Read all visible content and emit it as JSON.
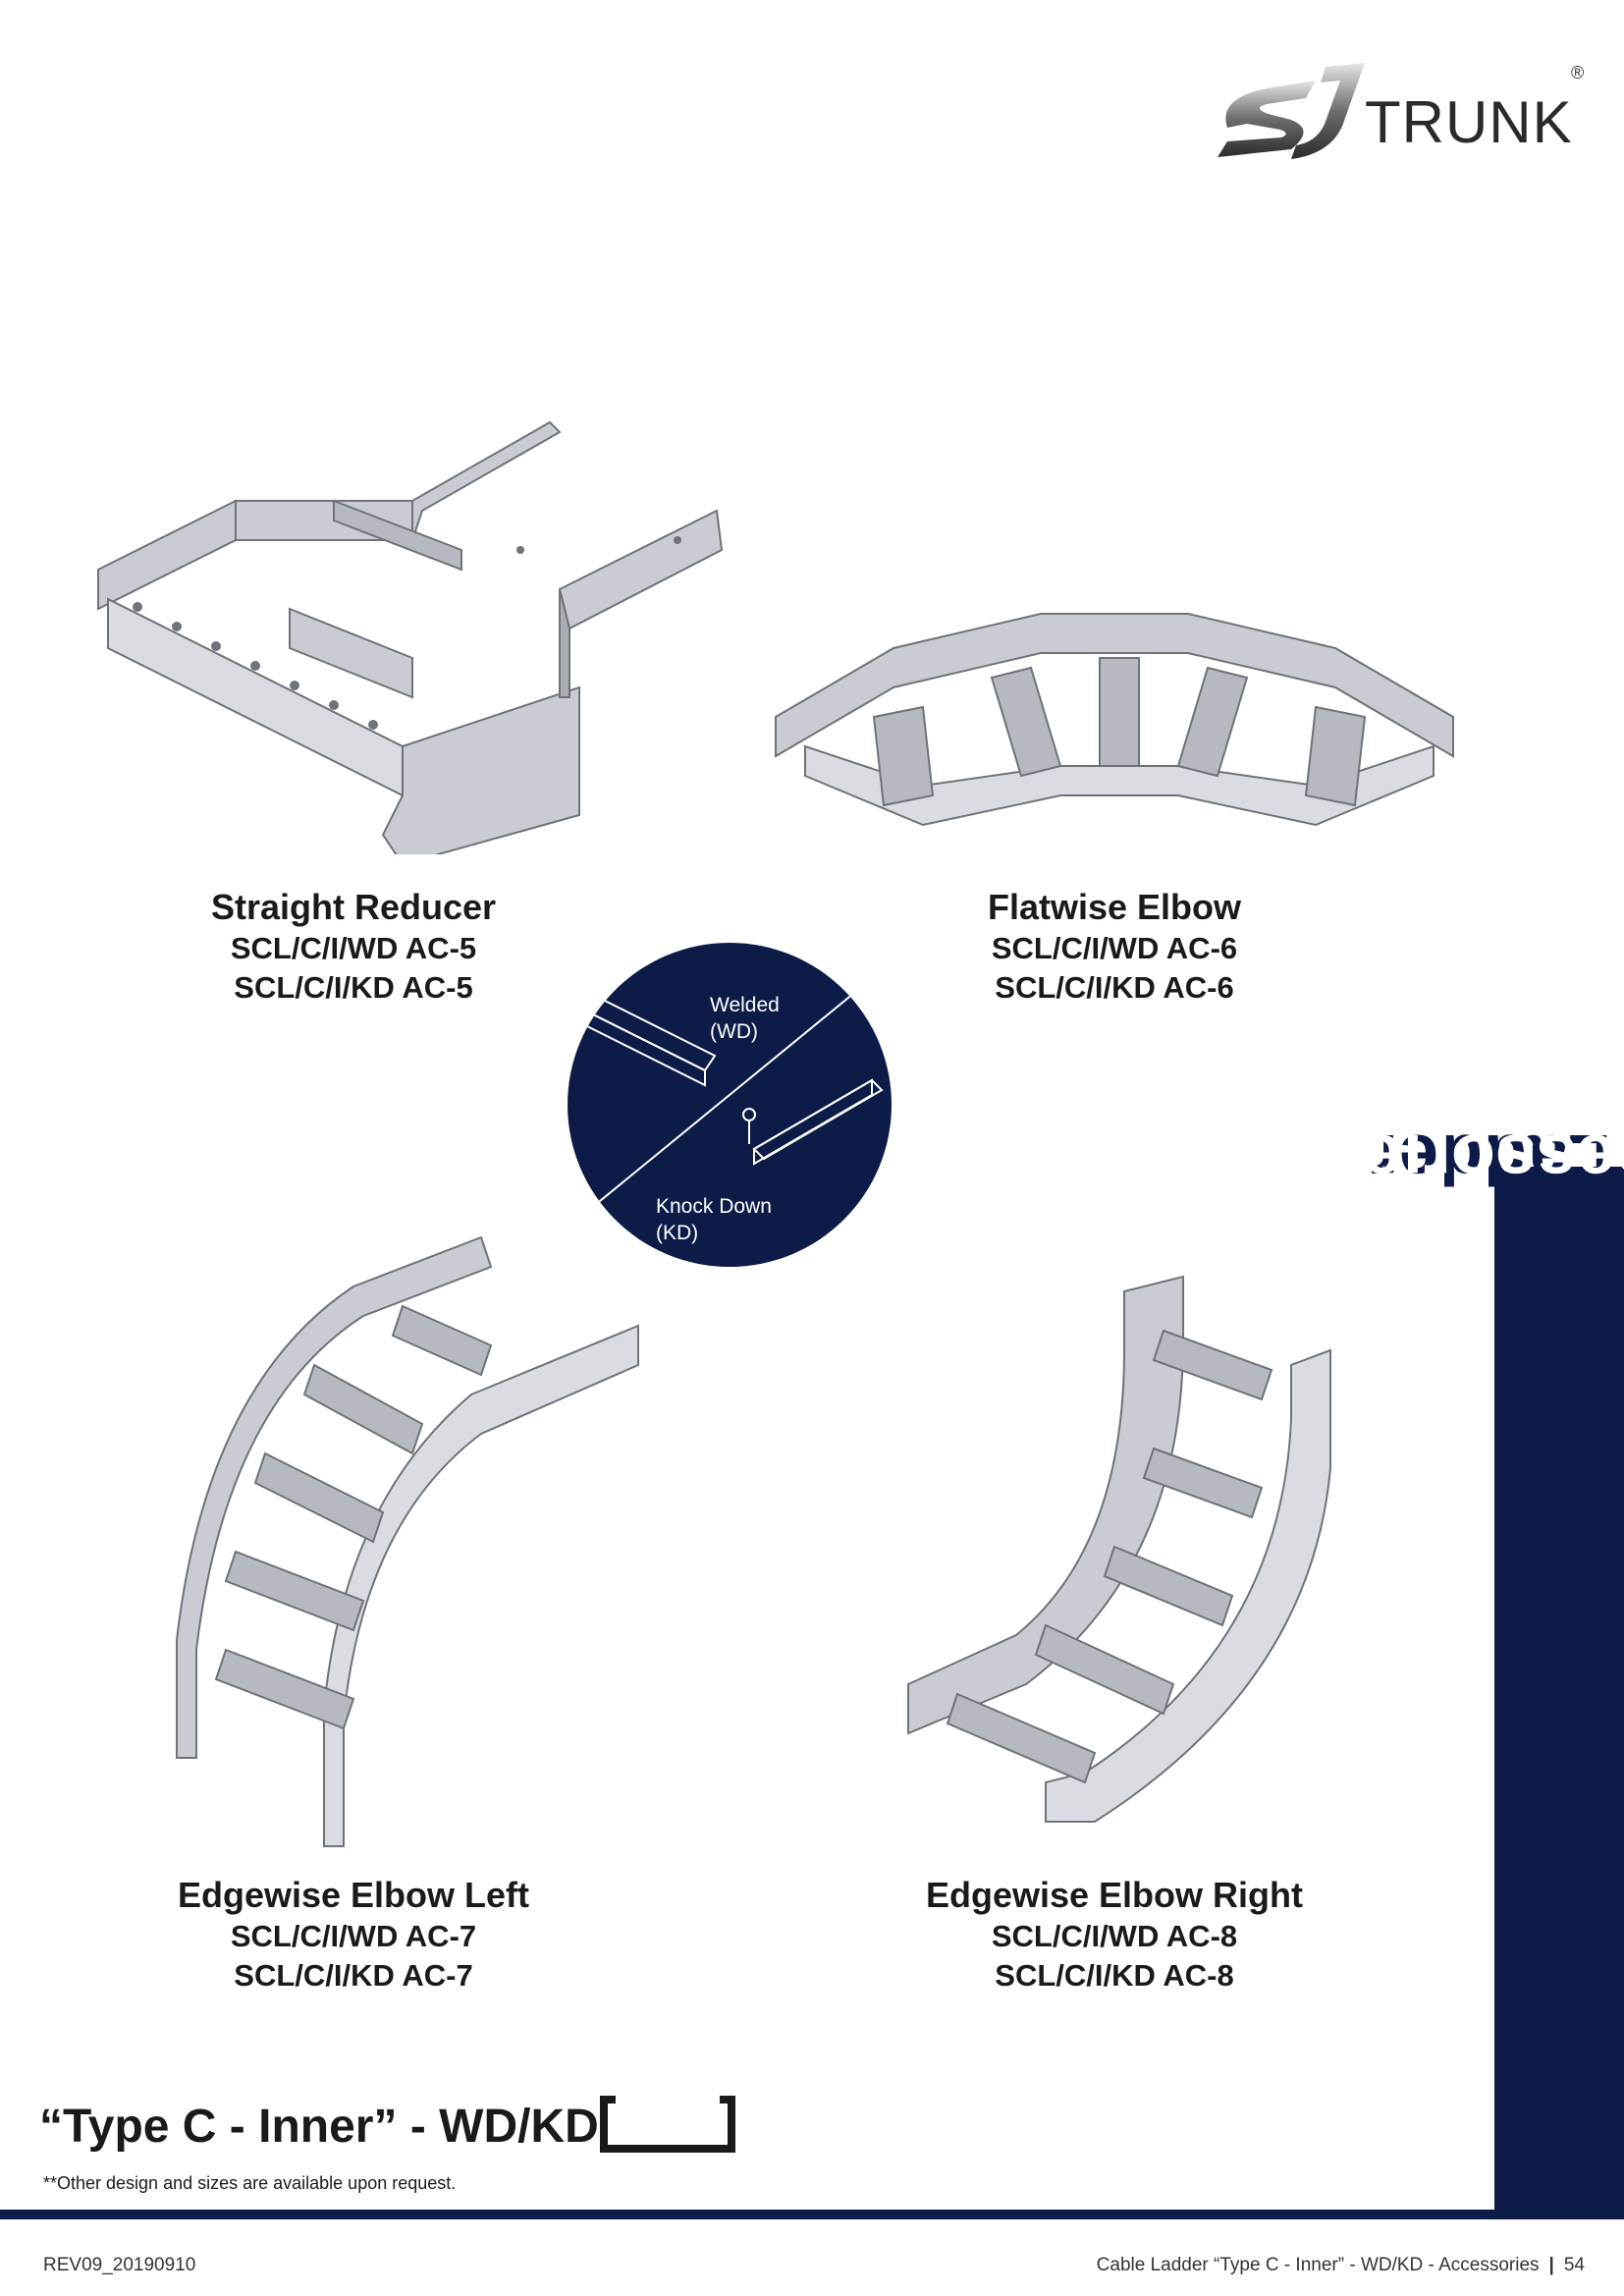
{
  "brand": {
    "logo_text": "TRUNK",
    "registered": "®"
  },
  "side_tab": {
    "part1": "Cable Ladder",
    "part2": "Accessories"
  },
  "products": [
    {
      "name": "Straight Reducer",
      "codes": [
        "SCL/C/I/WD AC-5",
        "SCL/C/I/KD AC-5"
      ]
    },
    {
      "name": "Flatwise Elbow",
      "codes": [
        "SCL/C/I/WD AC-6",
        "SCL/C/I/KD AC-6"
      ]
    },
    {
      "name": "Edgewise Elbow Left",
      "codes": [
        "SCL/C/I/WD AC-7",
        "SCL/C/I/KD AC-7"
      ]
    },
    {
      "name": "Edgewise Elbow Right",
      "codes": [
        "SCL/C/I/WD AC-8",
        "SCL/C/I/KD AC-8"
      ]
    }
  ],
  "circle": {
    "welded": [
      "Welded",
      "(WD)"
    ],
    "knock_down": [
      "Knock Down",
      "(KD)"
    ]
  },
  "type_title": "“Type C - Inner” - WD/KD",
  "footnote": "**Other design and sizes are available upon request.",
  "footer": {
    "revision": "REV09_20190910",
    "section": "Cable Ladder “Type C - Inner” - WD/KD - Accessories",
    "page": "54"
  },
  "colors": {
    "navy": "#0c1b47",
    "steel": "#c9ccd2",
    "steel_dark": "#8f949c"
  }
}
